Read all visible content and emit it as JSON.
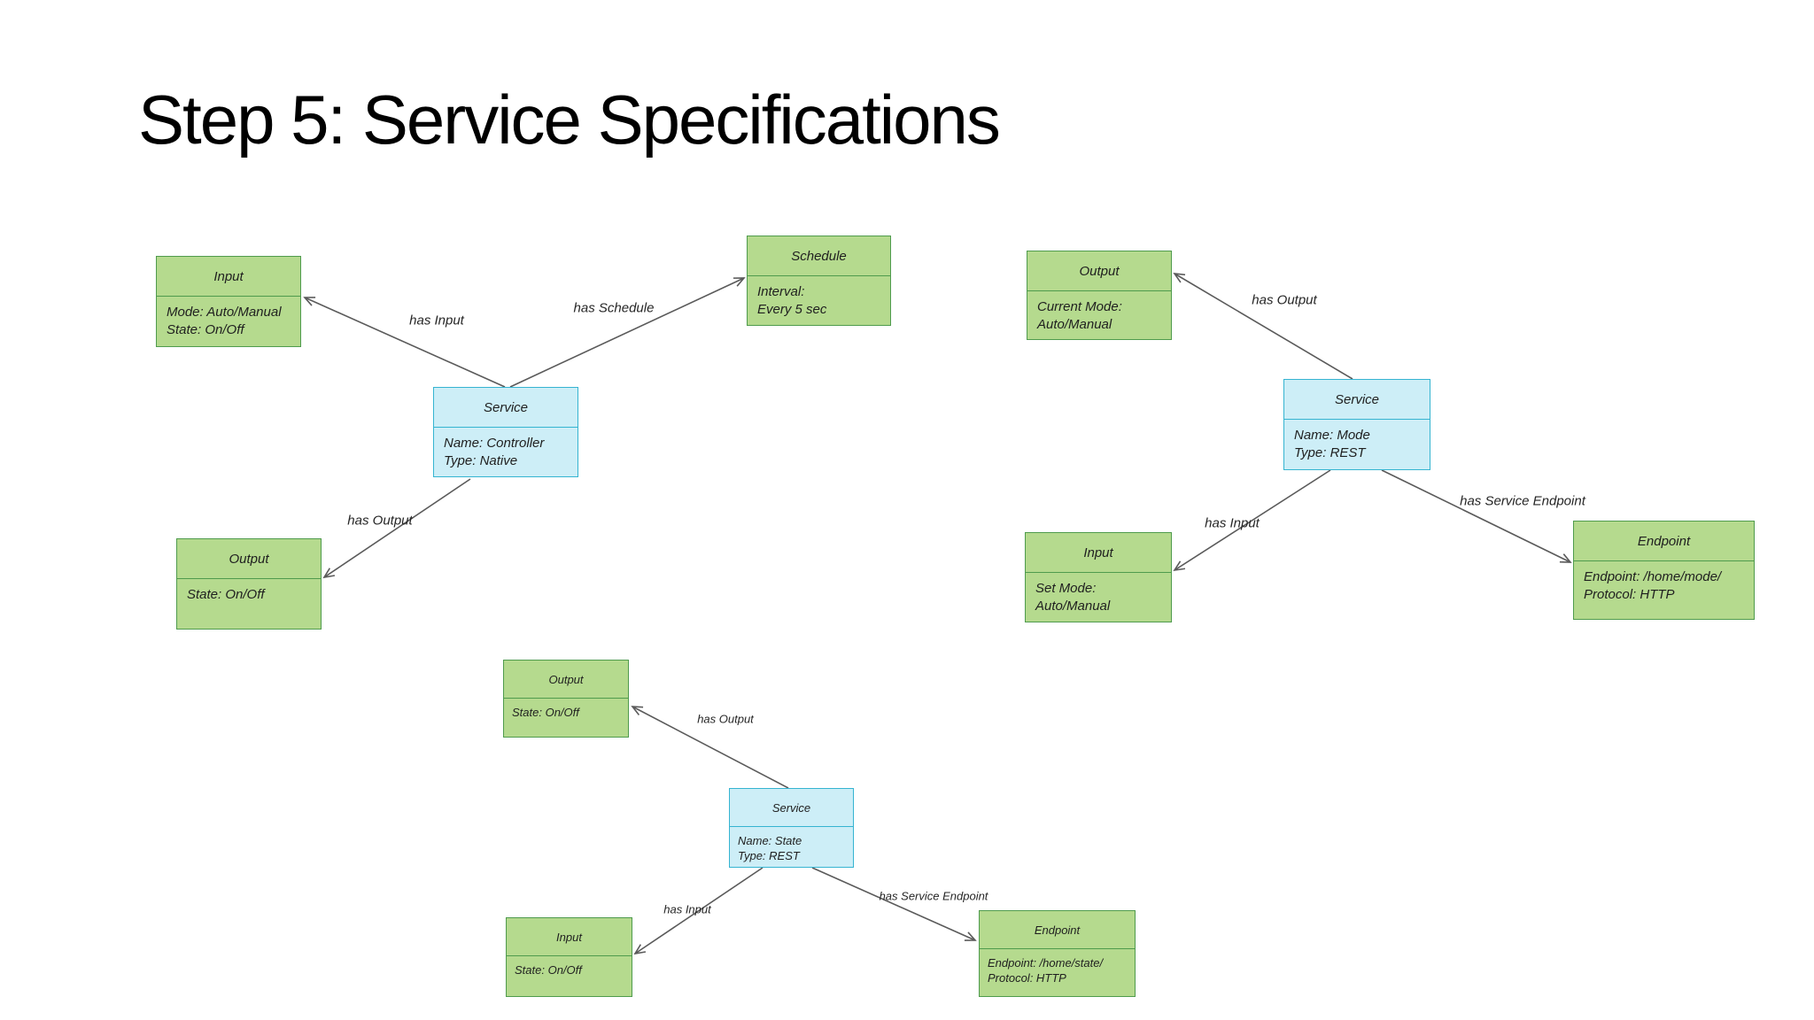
{
  "slide": {
    "title": "Step 5: Service Specifications"
  },
  "colors": {
    "entity_fill": "#b5da8e",
    "entity_border": "#4f9b4d",
    "service_fill": "#cdeef7",
    "service_border": "#35b4d1",
    "edge": "#5a5a5a",
    "ink": "#1f1f1f",
    "label_ink": "#262626",
    "title_ink": "#000000"
  },
  "clusters": [
    {
      "name": "controller",
      "nodes": {
        "service": {
          "title": "Service",
          "lines": [
            "Name: Controller",
            "Type: Native"
          ]
        },
        "input": {
          "title": "Input",
          "lines": [
            "Mode: Auto/Manual",
            "State: On/Off"
          ]
        },
        "schedule": {
          "title": "Schedule",
          "lines": [
            "Interval:",
            "Every 5 sec"
          ]
        },
        "output": {
          "title": "Output",
          "lines": [
            "State: On/Off"
          ]
        }
      },
      "edges": {
        "input": "has Input",
        "schedule": "has Schedule",
        "output": "has Output"
      }
    },
    {
      "name": "mode",
      "nodes": {
        "service": {
          "title": "Service",
          "lines": [
            "Name: Mode",
            "Type: REST"
          ]
        },
        "output": {
          "title": "Output",
          "lines": [
            "Current Mode:",
            "Auto/Manual"
          ]
        },
        "input": {
          "title": "Input",
          "lines": [
            "Set Mode:",
            "Auto/Manual"
          ]
        },
        "endpoint": {
          "title": "Endpoint",
          "lines": [
            "Endpoint: /home/mode/",
            "Protocol: HTTP"
          ]
        }
      },
      "edges": {
        "output": "has Output",
        "input": "has Input",
        "endpoint": "has Service Endpoint"
      }
    },
    {
      "name": "state",
      "nodes": {
        "service": {
          "title": "Service",
          "lines": [
            "Name: State",
            "Type: REST"
          ]
        },
        "output": {
          "title": "Output",
          "lines": [
            "State: On/Off"
          ]
        },
        "input": {
          "title": "Input",
          "lines": [
            "State: On/Off"
          ]
        },
        "endpoint": {
          "title": "Endpoint",
          "lines": [
            "Endpoint: /home/state/",
            "Protocol: HTTP"
          ]
        }
      },
      "edges": {
        "output": "has Output",
        "input": "has Input",
        "endpoint": "has Service Endpoint"
      }
    }
  ]
}
